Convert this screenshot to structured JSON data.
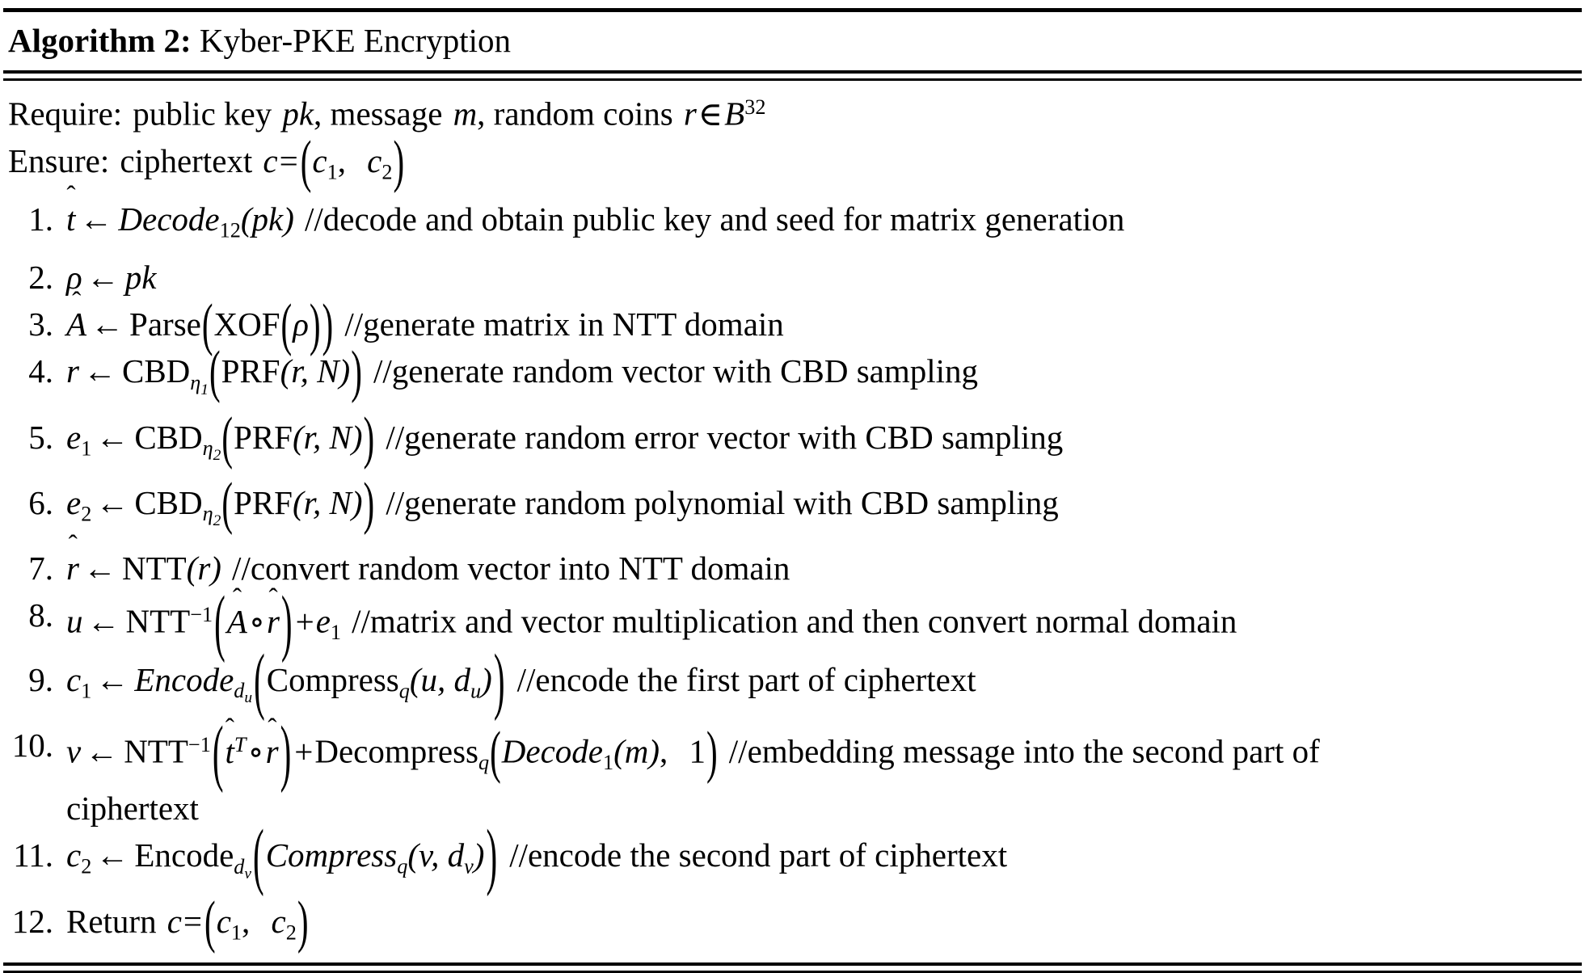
{
  "document": {
    "kind": "algorithm-pseudocode-float",
    "background": "#ffffff",
    "ink": "#000000"
  },
  "header": {
    "keyword": "Algorithm 2:",
    "title": "Kyber-PKE Encryption"
  },
  "preamble": {
    "require_label": "Require:",
    "require_text_1": "public key",
    "require_var_pk": "pk",
    "require_text_2": ", message",
    "require_var_m": "m",
    "require_text_3": ", random coins",
    "require_var_r": "r",
    "require_in": "∈",
    "require_set": "B",
    "require_set_exp": "32",
    "ensure_label": "Ensure:",
    "ensure_text": "ciphertext",
    "ensure_var_c": "c",
    "ensure_eq": "=",
    "ensure_open": "(",
    "ensure_c1": "c",
    "ensure_c1_sub": "1",
    "ensure_comma": ",",
    "ensure_c2": "c",
    "ensure_c2_sub": "2",
    "ensure_close": ")"
  },
  "steps": [
    {
      "n": "1.",
      "lhs": "t",
      "lhs_hat": "ˆ",
      "arrow": "←",
      "fn": "Decode",
      "fn_sub": "12",
      "args": "(pk)",
      "comment": "//decode and obtain public key and seed for matrix generation"
    },
    {
      "n": "2.",
      "lhs": "ρ",
      "arrow": "←",
      "rhs": "pk",
      "comment": ""
    },
    {
      "n": "3.",
      "lhs": "A",
      "lhs_hat": "ˆ",
      "arrow": "←",
      "fn": "Parse",
      "inner_fn": "XOF",
      "inner_arg": "ρ",
      "comment": "//generate matrix in NTT domain"
    },
    {
      "n": "4.",
      "lhs": "r",
      "arrow": "←",
      "fn": "CBD",
      "fn_sub": "η",
      "fn_sub_sub": "1",
      "inner_fn": "PRF",
      "inner_args": "(r,  N)",
      "comment": "//generate random vector with CBD sampling"
    },
    {
      "n": "5.",
      "lhs": "e",
      "lhs_sub": "1",
      "arrow": "←",
      "fn": "CBD",
      "fn_sub": "η",
      "fn_sub_sub": "2",
      "inner_fn": "PRF",
      "inner_args": "(r,  N)",
      "comment": "//generate random error vector with CBD sampling"
    },
    {
      "n": "6.",
      "lhs": "e",
      "lhs_sub": "2",
      "arrow": "←",
      "fn": "CBD",
      "fn_sub": "η",
      "fn_sub_sub": "2",
      "inner_fn": "PRF",
      "inner_args": "(r,  N)",
      "comment": "//generate random polynomial with CBD sampling"
    },
    {
      "n": "7.",
      "lhs": "r",
      "lhs_hat": "ˆ",
      "arrow": "←",
      "fn": "NTT",
      "args": "(r)",
      "comment": "//convert random vector into NTT domain"
    },
    {
      "n": "8.",
      "lhs": "u",
      "arrow": "←",
      "fn": "NTT",
      "fn_sup": "−1",
      "inner": "A ∘ r",
      "plus": "+",
      "addend": "e",
      "addend_sub": "1",
      "comment": "//matrix and vector multiplication and then convert normal domain"
    },
    {
      "n": "9.",
      "lhs": "c",
      "lhs_sub": "1",
      "arrow": "←",
      "fn": "Encode",
      "fn_sub": "d",
      "fn_sub_sub": "u",
      "inner_fn": "Compress",
      "inner_fn_sub": "q",
      "inner_args": "(u, d",
      "comment": "//encode the first part of ciphertext"
    },
    {
      "n": "10.",
      "lhs": "v",
      "arrow": "←",
      "fn": "NTT",
      "fn_sup": "−1",
      "inner": "tᵀ ∘ r",
      "plus": "+",
      "fn2": "Decompress",
      "fn2_sub": "q",
      "fn3": "Decode",
      "fn3_sub": "1",
      "fn3_arg": "(m)",
      "tail_arg": "1",
      "comment": "//embedding message into the second part of",
      "comment_cont": "ciphertext"
    },
    {
      "n": "11.",
      "lhs": "c",
      "lhs_sub": "2",
      "arrow": "←",
      "fn": "Encode",
      "fn_sub": "d",
      "fn_sub_sub": "v",
      "inner_fn": "Compress",
      "inner_fn_sub": "q",
      "inner_args": "(v,  d",
      "comment": "//encode the second part of ciphertext"
    },
    {
      "n": "12.",
      "return_kw": "Return",
      "var": "c",
      "eq": "=",
      "open": "(",
      "c1": "c",
      "c1_sub": "1",
      "comma": ",",
      "c2": "c",
      "c2_sub": "2",
      "close": ")"
    }
  ],
  "symbols": {
    "arrow": "←",
    "circ": "∘",
    "member": "∈",
    "minus_one": "−1",
    "hat": "ˆ",
    "transpose": "T"
  }
}
